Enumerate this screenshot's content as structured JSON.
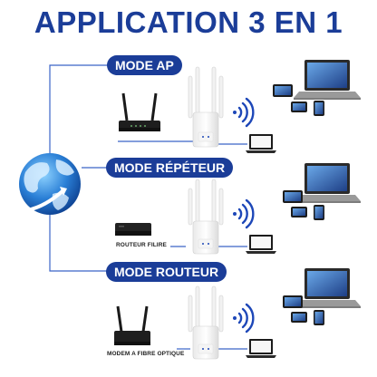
{
  "title": "APPLICATION 3 EN 1",
  "modes": [
    {
      "label": "MODE AP"
    },
    {
      "label": "MODE RÉPÉTEUR",
      "device_label": "ROUTEUR FILIRE"
    },
    {
      "label": "MODE ROUTEUR",
      "device_label": "MODEM A FIBRE OPTIQUE"
    }
  ],
  "colors": {
    "brand": "#1b3d98",
    "line": "#3a63c8",
    "wifi": "#1d47b8"
  }
}
